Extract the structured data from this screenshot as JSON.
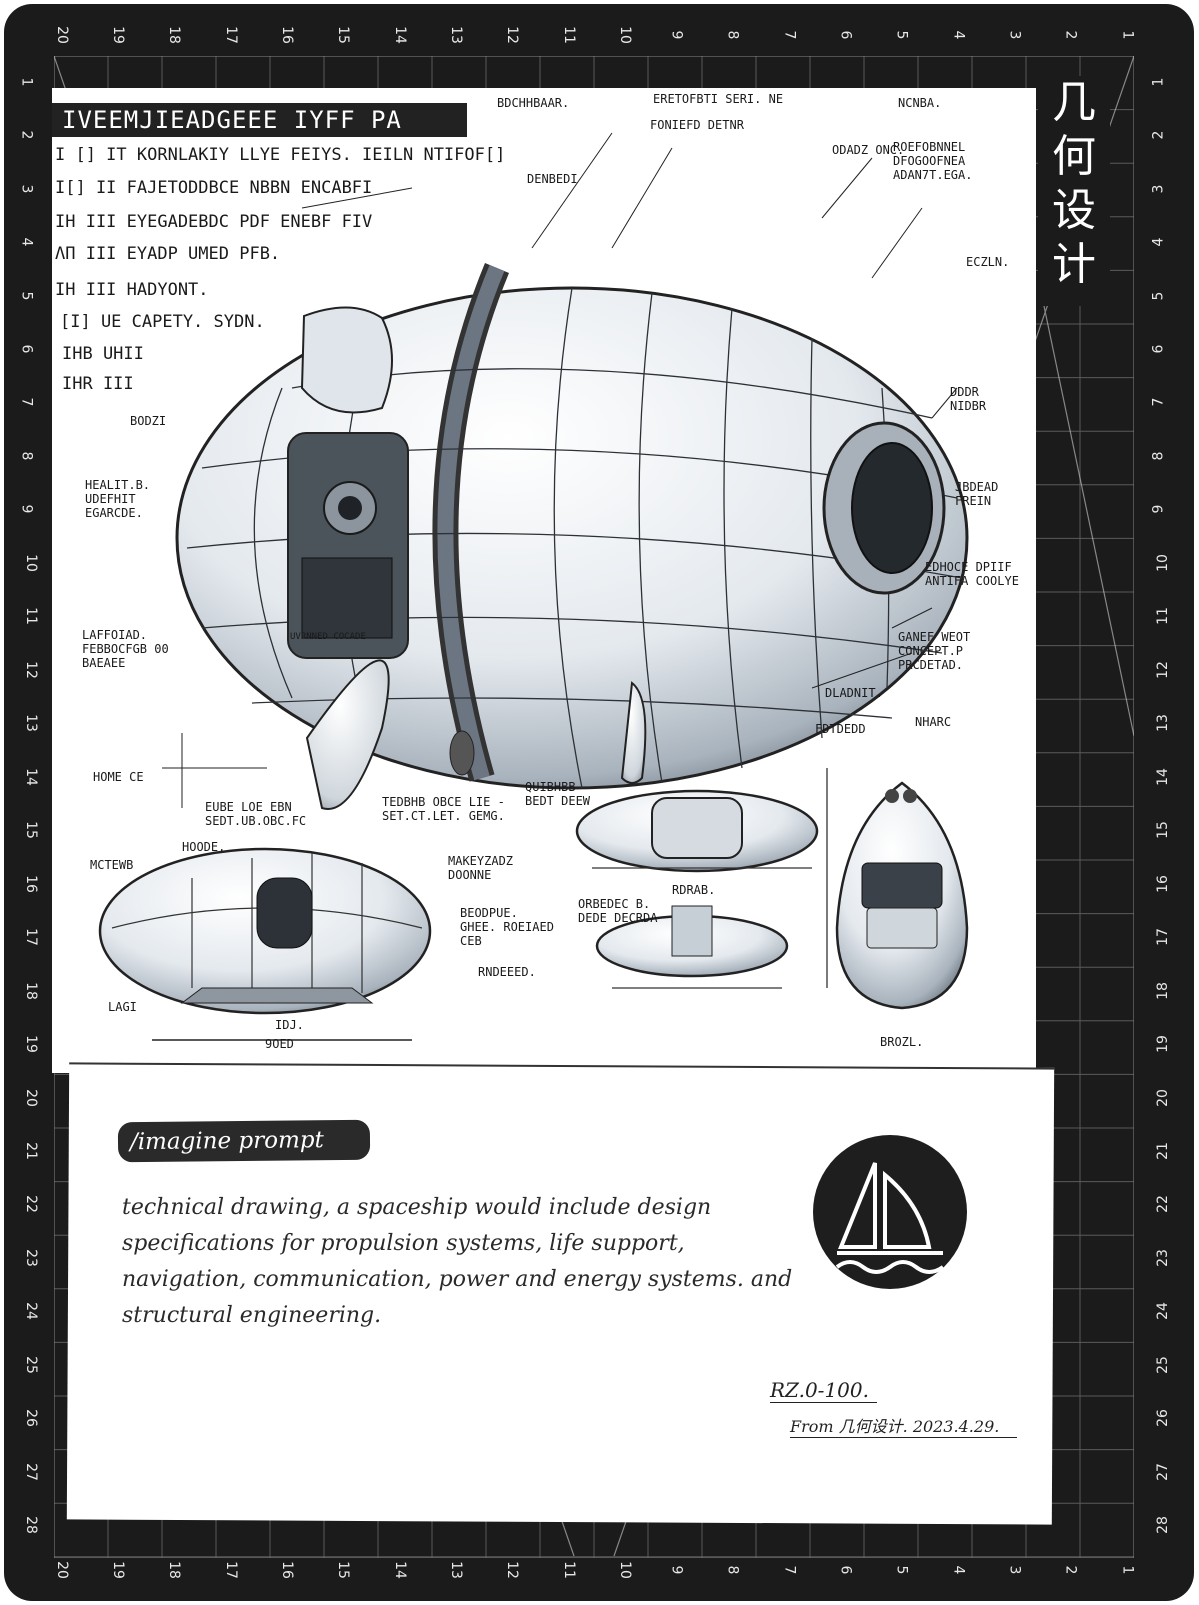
{
  "badge": {
    "chars": [
      "几",
      "何",
      "设",
      "计"
    ]
  },
  "ruler": {
    "top": [
      "20",
      "19",
      "18",
      "17",
      "16",
      "15",
      "14",
      "13",
      "12",
      "11",
      "10",
      "9",
      "8",
      "7",
      "6",
      "5",
      "4",
      "3",
      "2",
      "1"
    ],
    "bottom": [
      "20",
      "19",
      "18",
      "17",
      "16",
      "15",
      "14",
      "13",
      "12",
      "11",
      "10",
      "9",
      "8",
      "7",
      "6",
      "5",
      "4",
      "3",
      "2",
      "1"
    ],
    "side": [
      "1",
      "2",
      "3",
      "4",
      "5",
      "6",
      "7",
      "8",
      "9",
      "10",
      "11",
      "12",
      "13",
      "14",
      "15",
      "16",
      "17",
      "18",
      "19",
      "20",
      "21",
      "22",
      "23",
      "24",
      "25",
      "26",
      "27",
      "28"
    ]
  },
  "sheet": {
    "title": "IVEEMJIEADGEEE IYFF PA",
    "spec_lines": [
      "I [] IT KORNLAKIY LLYE FEIYS. IEILN NTIFOF[]",
      "I[] II FAJETODDBCE NBBN ENCABFI",
      "IH III EYEGADEBDC PDF ENEBF FIV",
      "ΛΠ III EYADP UMED PFB.",
      "IH III HADYONT.",
      "[I] UE CAPETY. SYDN.",
      "IHB UHII",
      "IHR  III"
    ],
    "annotations": [
      "BDCHHBAAR.",
      "ERETOFBTI SERI. NE",
      "FONIEFD DETNR",
      "NCNBA.",
      "DENBEDI",
      "ODADZ ONC.",
      "ROEFOBNNEL DFOGOOFNEA ADAN7T.EGA.",
      "ECZLN.",
      "BODZI",
      "DDDR NIDBR",
      "HEALIT.B. UDEFHIT EGARCDE.",
      "JBDEAD FREIN",
      "EDHOCE DPIIF ANTIFA COOLYE",
      "LAFFOIAD. FEBBOCFGB 00 BAEAEE",
      "UVRNNED COCADE",
      "GANEF WEOT CONCEPT.P PRCDETAD.",
      "DLADNIT.",
      "FDTDEDD",
      "NHARC",
      "HOME CE",
      "QUIBHBB BEDT DEEW",
      "EUBE LOE EBN SEDT.UB.OBC.FC",
      "TEDBHB OBCE LIE - SET.CT.LET. GEMG.",
      "HOODE.",
      "MCTEWB",
      "MAKEYZADZ DOONNE",
      "BEODPUE. GHEE. ROEIAED CEB",
      "ORBEDEC B. DEDE DECRDA",
      "RDRAB.",
      "RNDEEED.",
      "LAGI",
      "IDJ.",
      "9OED",
      "BROZL."
    ]
  },
  "prompt": {
    "tag": "/imagine prompt",
    "text": "technical drawing, a spaceship would include design specifications for propulsion systems, life support, navigation, communication, power and energy systems. and structural engineering."
  },
  "signature": {
    "line1": "RZ.0-100.",
    "line2": "From 几何设计. 2023.4.29."
  }
}
